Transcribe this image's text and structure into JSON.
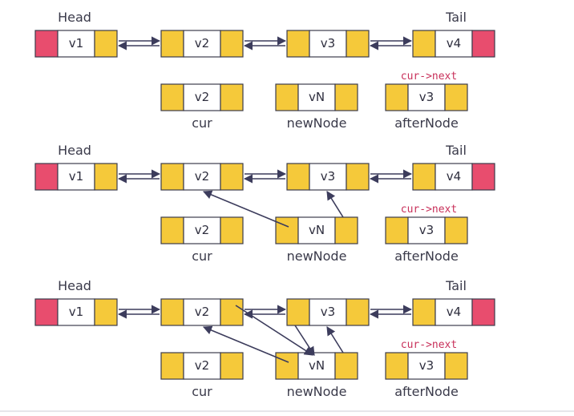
{
  "labels": {
    "head": "Head",
    "tail": "Tail",
    "cur": "cur",
    "new_node": "newNode",
    "after_node": "afterNode",
    "cur_next": "cur->next"
  },
  "values": {
    "v1": "v1",
    "v2": "v2",
    "v3": "v3",
    "v4": "v4",
    "vN": "vN"
  },
  "colors": {
    "pointer_cell": "#f5c93a",
    "null_cell": "#e84d6e",
    "value_cell": "#ffffff",
    "border": "#3c3c4c",
    "arrow": "#3c3c5c",
    "accent_text": "#c8305a"
  },
  "panels": [
    {
      "id": "step-1",
      "newnode_links": []
    },
    {
      "id": "step-2",
      "newnode_links": [
        "newnode-prev-to-v2",
        "newnode-next-to-v3"
      ]
    },
    {
      "id": "step-3",
      "newnode_links": [
        "newnode-prev-to-v2",
        "newnode-next-to-v3",
        "v2-next-to-newnode",
        "v3-prev-to-newnode"
      ]
    }
  ]
}
